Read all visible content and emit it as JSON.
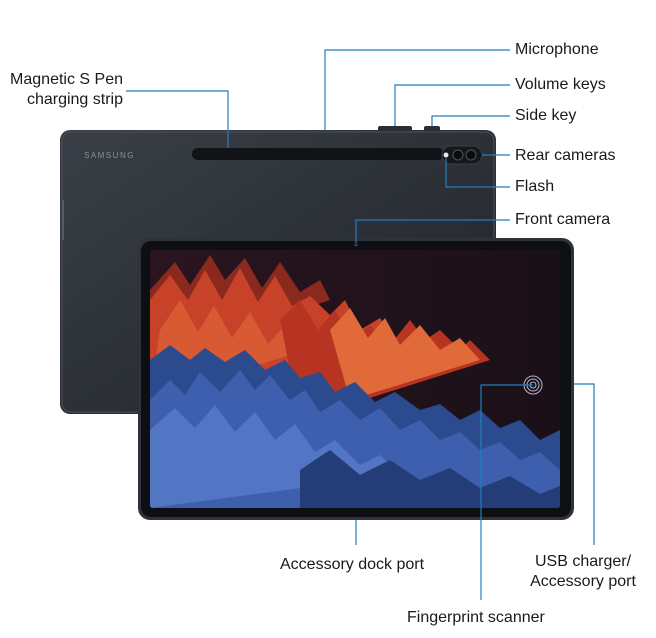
{
  "brand": {
    "logo_text": "SAMSUNG"
  },
  "labels": {
    "microphone": "Microphone",
    "s_pen_strip_line1": "Magnetic S Pen",
    "s_pen_strip_line2": "charging strip",
    "volume_keys": "Volume keys",
    "side_key": "Side key",
    "rear_cameras": "Rear cameras",
    "flash": "Flash",
    "front_camera": "Front camera",
    "accessory_dock_port": "Accessory dock port",
    "usb_line1": "USB charger/",
    "usb_line2": "Accessory port",
    "fingerprint_scanner": "Fingerprint scanner"
  },
  "colors": {
    "leader_line": "#1f7fbf",
    "device_body": "#2b2f36",
    "screen_bezel": "#0d0f13",
    "wallpaper_red": "#c8422a",
    "wallpaper_blue": "#3d5fae"
  },
  "icons": [
    "fingerprint-icon"
  ]
}
